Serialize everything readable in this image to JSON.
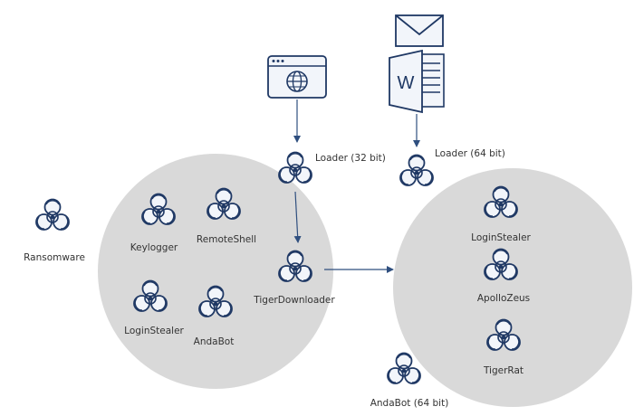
{
  "diagram": {
    "colors": {
      "hazard_stroke": "#1f3864",
      "hazard_fill": "#f2f5fa",
      "cluster_fill": "#d9d9d9",
      "arrow": "#2f4f7f",
      "label_text": "#333333"
    },
    "sources": [
      {
        "name": "browser",
        "icon": "web-browser-globe-icon"
      },
      {
        "name": "email",
        "icon": "envelope-icon"
      },
      {
        "name": "word-doc",
        "icon": "word-document-icon",
        "letter": "W"
      }
    ],
    "nodes": {
      "loader32": "Loader (32 bit)",
      "loader64": "Loader (64 bit)",
      "ransomware": "Ransomware",
      "keylogger": "Keylogger",
      "remoteshell": "RemoteShell",
      "loginstealer_left": "LoginStealer",
      "andabot": "AndaBot",
      "tigerdownloader": "TigerDownloader",
      "loginstealer_right": "LoginStealer",
      "apollozeus": "ApolloZeus",
      "tigerrat": "TigerRat",
      "andabot64": "AndaBot (64 bit)"
    }
  }
}
